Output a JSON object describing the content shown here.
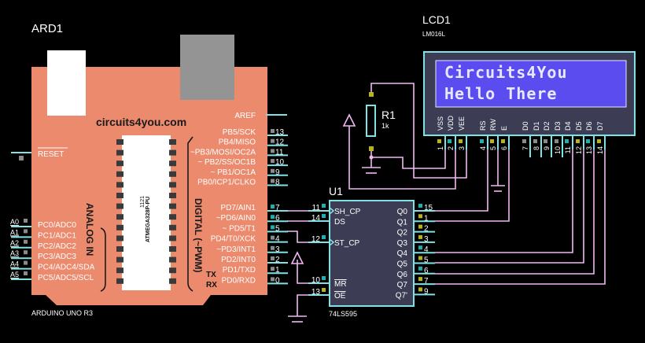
{
  "colors": {
    "background": "#000000",
    "board": "#ec8a6e",
    "wire_cyan": "#7fe3e6",
    "wire_pink": "#f2b8f2",
    "chip_body": "#3c3c54",
    "lcd_screen": "#5b4cf0",
    "pin_gray": "#8a8a8a",
    "pin_teal": "#1cb0b0",
    "pin_yellow": "#b8b21c"
  },
  "arduino": {
    "ref": "ARD1",
    "model": "ARDUINO UNO R3",
    "brand": "circuits4you.com",
    "chip_label_1": "ATMEGA328P-PU",
    "chip_label_2": "1121",
    "reset_label": "RESET",
    "aref_label": "AREF",
    "analog_group_label": "ANALOG IN",
    "digital_group_label": "DIGITAL (~PWM)",
    "tx_label": "TX",
    "rx_label": "RX",
    "analog_pins": [
      {
        "num": "A0",
        "func": "PC0/ADC0"
      },
      {
        "num": "A1",
        "func": "PC1/ADC1"
      },
      {
        "num": "A2",
        "func": "PC2/ADC2"
      },
      {
        "num": "A3",
        "func": "PC3/ADC3"
      },
      {
        "num": "A4",
        "func": "PC4/ADC4/SDA"
      },
      {
        "num": "A5",
        "func": "PC5/ADC5/SCL"
      }
    ],
    "digital_pins_b": [
      {
        "num": "13",
        "func": "PB5/SCK"
      },
      {
        "num": "12",
        "func": "PB4/MISO"
      },
      {
        "num": "11",
        "func": "~PB3/MOSI/OC2A"
      },
      {
        "num": "10",
        "func": "~ PB2/SS/OC1B"
      },
      {
        "num": "9",
        "func": "~ PB1/OC1A"
      },
      {
        "num": "8",
        "func": "PB0/ICP1/CLKO"
      }
    ],
    "digital_pins_d": [
      {
        "num": "7",
        "func": "PD7/AIN1"
      },
      {
        "num": "6",
        "func": "~PD6/AIN0"
      },
      {
        "num": "5",
        "func": "~      PD5/T1"
      },
      {
        "num": "4",
        "func": "PD4/T0/XCK"
      },
      {
        "num": "3",
        "func": "~PD3/INT1"
      },
      {
        "num": "2",
        "func": "PD2/INT0"
      },
      {
        "num": "1",
        "func": "PD1/TXD"
      },
      {
        "num": "0",
        "func": "PD0/RXD"
      }
    ]
  },
  "lcd": {
    "ref": "LCD1",
    "model": "LM016L",
    "line1": "Circuits4You",
    "line2": "Hello There",
    "pins": [
      {
        "num": "1",
        "name": "VSS"
      },
      {
        "num": "2",
        "name": "VDD"
      },
      {
        "num": "3",
        "name": "VEE"
      },
      {
        "num": "4",
        "name": "RS"
      },
      {
        "num": "5",
        "name": "RW"
      },
      {
        "num": "6",
        "name": "E"
      },
      {
        "num": "7",
        "name": "D0"
      },
      {
        "num": "8",
        "name": "D1"
      },
      {
        "num": "9",
        "name": "D2"
      },
      {
        "num": "10",
        "name": "D3"
      },
      {
        "num": "11",
        "name": "D4"
      },
      {
        "num": "12",
        "name": "D5"
      },
      {
        "num": "13",
        "name": "D6"
      },
      {
        "num": "14",
        "name": "D7"
      }
    ]
  },
  "resistor": {
    "ref": "R1",
    "value": "1k"
  },
  "shift_register": {
    "ref": "U1",
    "model": "74LS595",
    "left_pins": [
      {
        "num": "11",
        "name": "SH_CP"
      },
      {
        "num": "14",
        "name": "DS"
      },
      {
        "num": "12",
        "name": "ST_CP"
      },
      {
        "num": "10",
        "name": "MR"
      },
      {
        "num": "13",
        "name": "OE"
      }
    ],
    "right_pins": [
      {
        "num": "15",
        "name": "Q0"
      },
      {
        "num": "1",
        "name": "Q1"
      },
      {
        "num": "2",
        "name": "Q2"
      },
      {
        "num": "3",
        "name": "Q3"
      },
      {
        "num": "4",
        "name": "Q4"
      },
      {
        "num": "5",
        "name": "Q5"
      },
      {
        "num": "6",
        "name": "Q6"
      },
      {
        "num": "7",
        "name": "Q7"
      },
      {
        "num": "9",
        "name": "Q7'"
      }
    ]
  }
}
